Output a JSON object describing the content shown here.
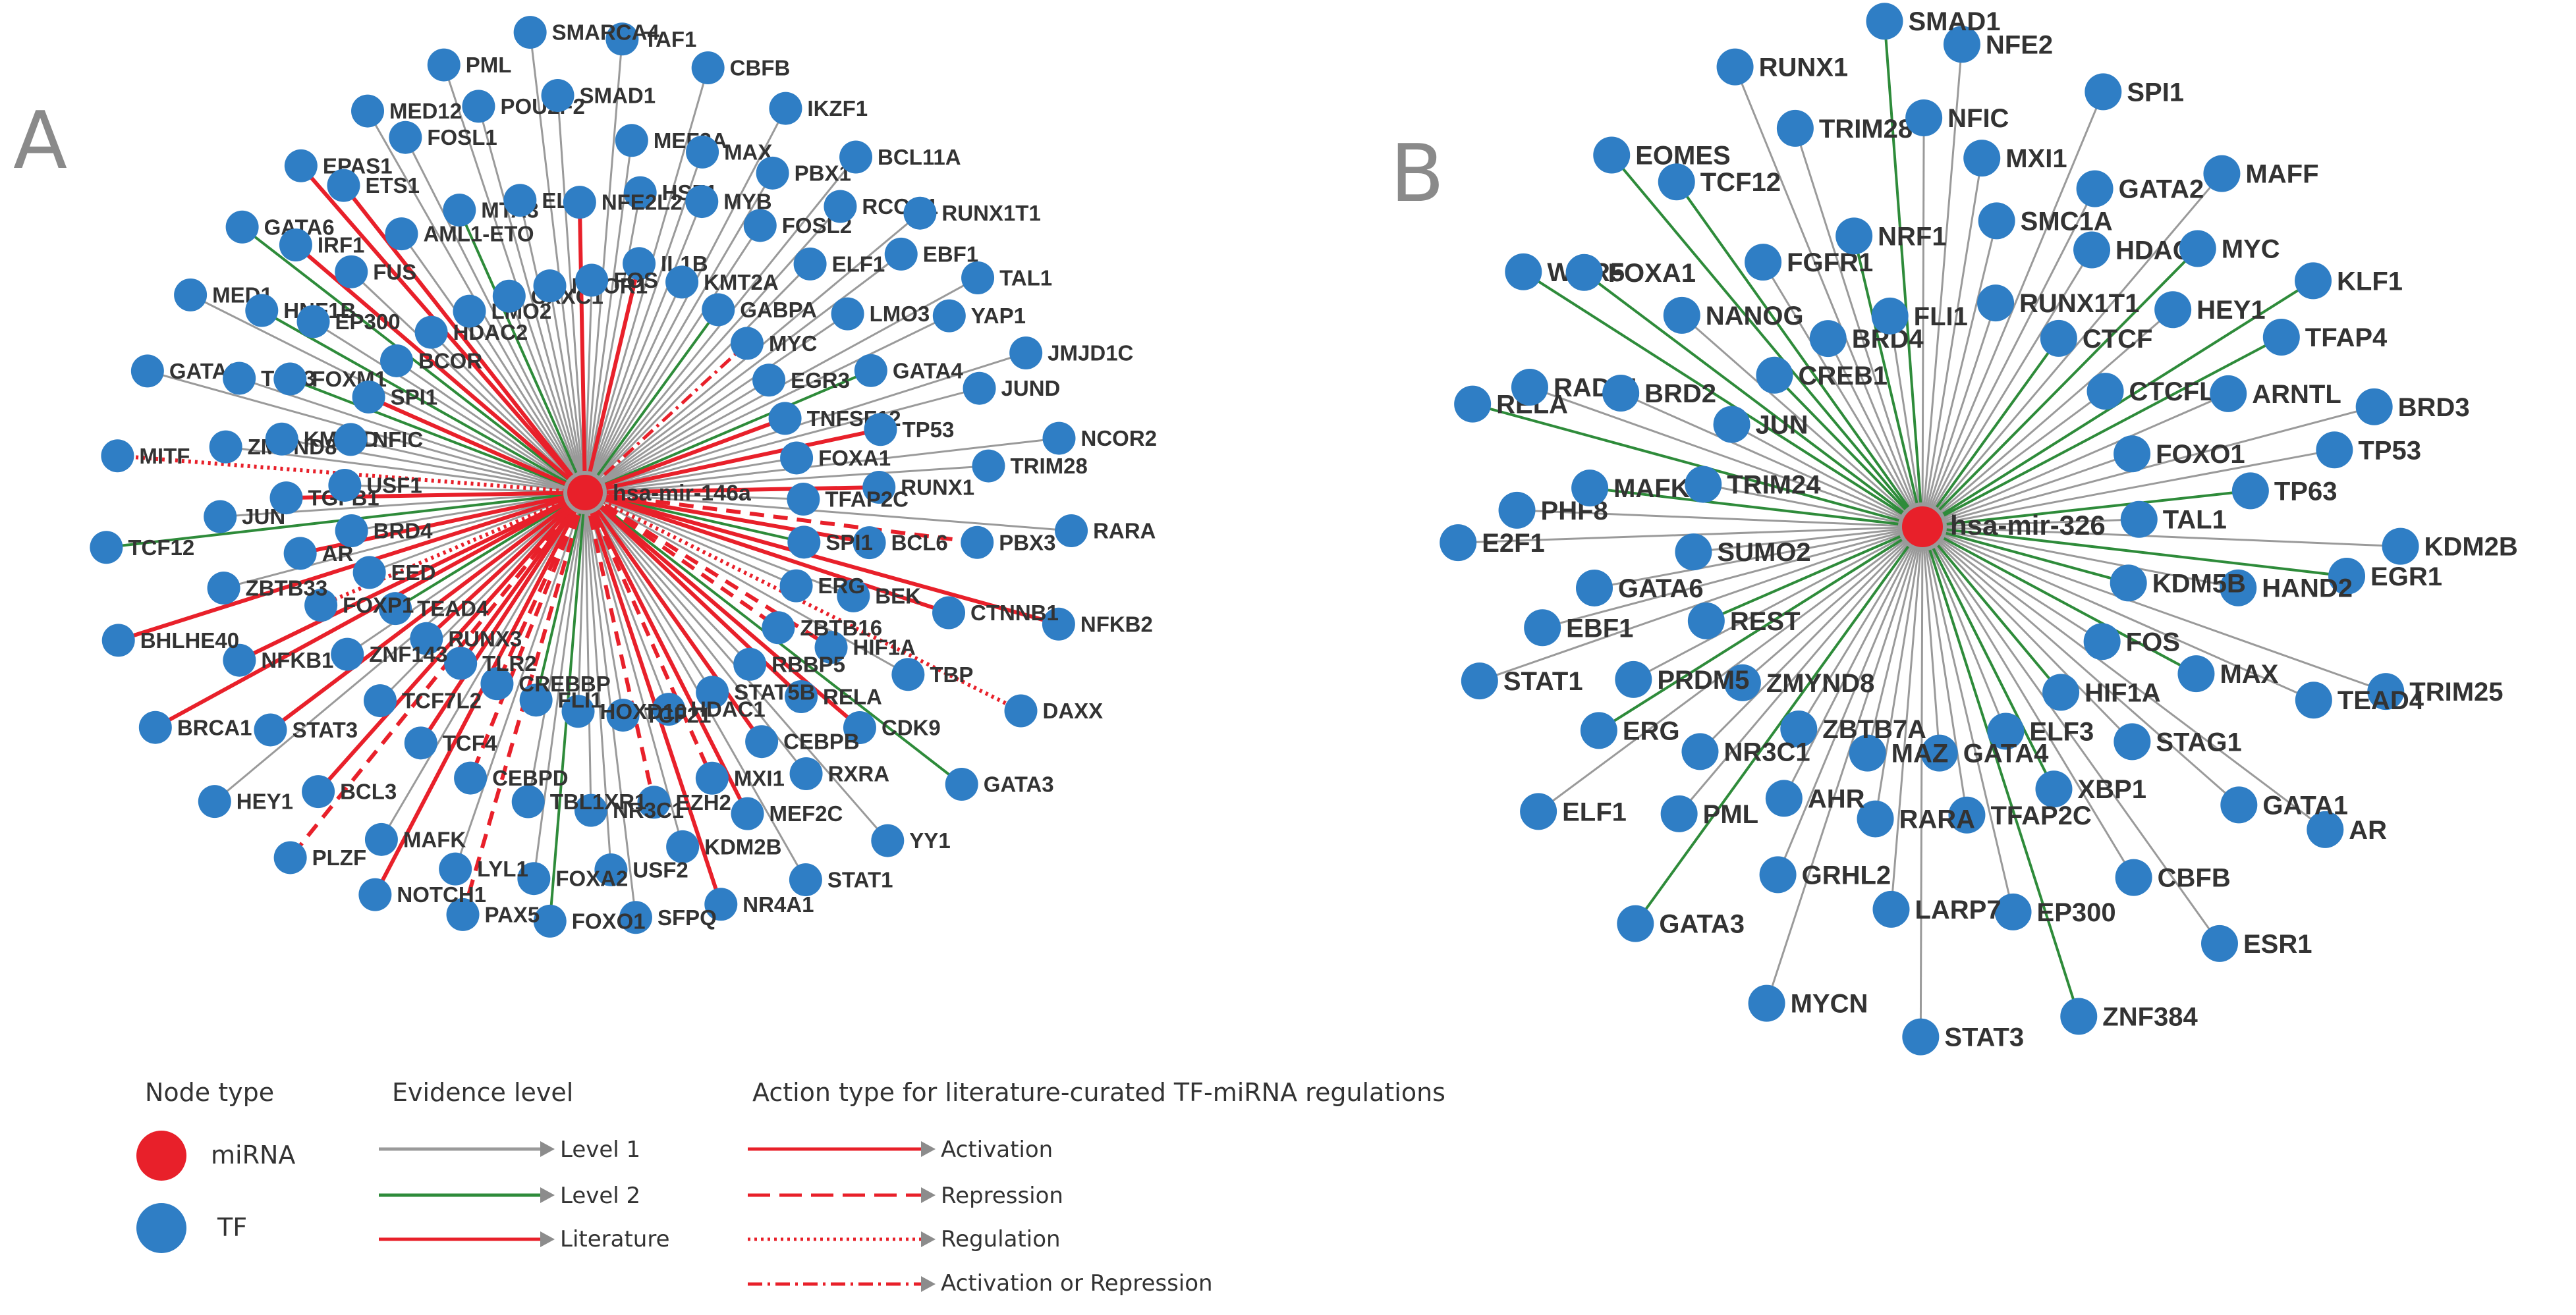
{
  "panels": [
    {
      "letter": "A",
      "center_label": "hsa-mir-146a",
      "nodes": [
        [
          "TAF1",
          "L1"
        ],
        [
          "MEF2A",
          "L1"
        ],
        [
          "HSF1",
          "L1"
        ],
        [
          "IL1B",
          "Lit"
        ],
        [
          "CBFB",
          "L1"
        ],
        [
          "MAX",
          "L1"
        ],
        [
          "MYB",
          "L1"
        ],
        [
          "KMT2A",
          "L1"
        ],
        [
          "IKZF1",
          "L1"
        ],
        [
          "PBX1",
          "L1"
        ],
        [
          "FOSL2",
          "L1"
        ],
        [
          "GABPA",
          "L2"
        ],
        [
          "BCL11A",
          "L1"
        ],
        [
          "RCOR1",
          "L1"
        ],
        [
          "ELF1",
          "L1"
        ],
        [
          "MYC",
          "LitAR"
        ],
        [
          "RUNX1T1",
          "L1"
        ],
        [
          "EBF1",
          "L1"
        ],
        [
          "LMO3",
          "L1"
        ],
        [
          "EGR3",
          "L1"
        ],
        [
          "TAL1",
          "L1"
        ],
        [
          "YAP1",
          "L1"
        ],
        [
          "GATA4",
          "L2"
        ],
        [
          "TNFSF12",
          "Lit"
        ],
        [
          "JMJD1C",
          "L1"
        ],
        [
          "JUND",
          "L1"
        ],
        [
          "TP53",
          "Lit"
        ],
        [
          "FOXA1",
          "L1"
        ],
        [
          "NCOR2",
          "L1"
        ],
        [
          "TRIM28",
          "L1"
        ],
        [
          "RUNX1",
          "Lit"
        ],
        [
          "TFAP2C",
          "L1"
        ],
        [
          "RARA",
          "L1"
        ],
        [
          "PBX3",
          "Rep"
        ],
        [
          "BCL6",
          "Lit"
        ],
        [
          "SPI1",
          "L2"
        ],
        [
          "NFKB2",
          "Lit"
        ],
        [
          "CTNNB1",
          "Lit"
        ],
        [
          "BEK",
          "L1"
        ],
        [
          "ERG",
          "L1"
        ],
        [
          "DAXX",
          "Reg"
        ],
        [
          "TBP",
          "L1"
        ],
        [
          "HIF1A",
          "Rep"
        ],
        [
          "ZBTB16",
          "Rep"
        ],
        [
          "GATA3",
          "L2"
        ],
        [
          "CDK9",
          "Lit"
        ],
        [
          "RELA",
          "Lit"
        ],
        [
          "RBBP5",
          "L1"
        ],
        [
          "YY1",
          "L1"
        ],
        [
          "RXRA",
          "L1"
        ],
        [
          "CEBPB",
          "Lit"
        ],
        [
          "STAT5B",
          "L1"
        ],
        [
          "STAT1",
          "L1"
        ],
        [
          "MEF2C",
          "Lit"
        ],
        [
          "MXI1",
          "Rep"
        ],
        [
          "HDAC1",
          "L1"
        ],
        [
          "NR4A1",
          "Lit"
        ],
        [
          "KDM2B",
          "L1"
        ],
        [
          "EZH2",
          "Rep"
        ],
        [
          "TCF21",
          "L1"
        ],
        [
          "SFPQ",
          "L1"
        ],
        [
          "USF2",
          "L1"
        ],
        [
          "NR3C1",
          "L1"
        ],
        [
          "HOXD10",
          "L1"
        ],
        [
          "FOXO1",
          "L2"
        ],
        [
          "FOXA2",
          "L1"
        ],
        [
          "TBL1XR1",
          "L1"
        ],
        [
          "FLI1",
          "L2"
        ],
        [
          "PAX5",
          "Rep"
        ],
        [
          "LYL1",
          "L1"
        ],
        [
          "CEBPD",
          "Rep"
        ],
        [
          "CREBBP",
          "Rep"
        ],
        [
          "NOTCH1",
          "Lit"
        ],
        [
          "MAFK",
          "L1"
        ],
        [
          "TCF4",
          "Lit"
        ],
        [
          "TLR2",
          "Lit"
        ],
        [
          "PLZF",
          "Rep"
        ],
        [
          "BCL3",
          "Lit"
        ],
        [
          "TCF7L2",
          "L1"
        ],
        [
          "RUNX3",
          "Lit"
        ],
        [
          "HEY1",
          "L1"
        ],
        [
          "STAT3",
          "Lit"
        ],
        [
          "ZNF143",
          "L1"
        ],
        [
          "TEAD4",
          "L2"
        ],
        [
          "BRCA1",
          "Lit"
        ],
        [
          "NFKB1",
          "Lit"
        ],
        [
          "FOXP1",
          "Reg"
        ],
        [
          "EED",
          "L1"
        ],
        [
          "BHLHE40",
          "Lit"
        ],
        [
          "ZBTB33",
          "L1"
        ],
        [
          "AR",
          "Lit"
        ],
        [
          "BRD4",
          "L1"
        ],
        [
          "TCF12",
          "L2"
        ],
        [
          "JUN",
          "L1"
        ],
        [
          "TGFB1",
          "Lit"
        ],
        [
          "USF1",
          "L1"
        ],
        [
          "MITF",
          "Reg"
        ],
        [
          "ZMYND8",
          "L1"
        ],
        [
          "KMT2D",
          "L1"
        ],
        [
          "NFIC",
          "L1"
        ],
        [
          "GATA2",
          "L1"
        ],
        [
          "TCF3",
          "L1"
        ],
        [
          "FOXM1",
          "L2"
        ],
        [
          "SPI1",
          "Lit"
        ],
        [
          "MED1",
          "L1"
        ],
        [
          "HNF1B",
          "L2"
        ],
        [
          "EP300",
          "L1"
        ],
        [
          "BCOR",
          "L1"
        ],
        [
          "GATA6",
          "L2"
        ],
        [
          "IRF1",
          "Lit"
        ],
        [
          "FUS",
          "L1"
        ],
        [
          "HDAC2",
          "L1"
        ],
        [
          "EPAS1",
          "Lit"
        ],
        [
          "ETS1",
          "Lit"
        ],
        [
          "AML1-ETO",
          "L1"
        ],
        [
          "LMO2",
          "L1"
        ],
        [
          "MED12",
          "L1"
        ],
        [
          "FOSL1",
          "L1"
        ],
        [
          "MTA3",
          "L2"
        ],
        [
          "CXXC1",
          "L1"
        ],
        [
          "PML",
          "L1"
        ],
        [
          "POU2F2",
          "L1"
        ],
        [
          "ELF3",
          "L1"
        ],
        [
          "NCOR1",
          "L1"
        ],
        [
          "SMARCA4",
          "L1"
        ],
        [
          "SMAD1",
          "L1"
        ],
        [
          "NFE2L2",
          "Lit"
        ],
        [
          "FOS",
          "L1"
        ]
      ]
    },
    {
      "letter": "B",
      "center_label": "hsa-mir-326",
      "nodes": [
        [
          "NFE2",
          "L1"
        ],
        [
          "MXI1",
          "L1"
        ],
        [
          "SMC1A",
          "L1"
        ],
        [
          "RUNX1T1",
          "L1"
        ],
        [
          "SPI1",
          "L1"
        ],
        [
          "GATA2",
          "L1"
        ],
        [
          "HDAC2",
          "L1"
        ],
        [
          "CTCF",
          "L2"
        ],
        [
          "MAFF",
          "L1"
        ],
        [
          "MYC",
          "L2"
        ],
        [
          "HEY1",
          "L1"
        ],
        [
          "CTCFL",
          "L1"
        ],
        [
          "KLF1",
          "L2"
        ],
        [
          "TFAP4",
          "L2"
        ],
        [
          "ARNTL",
          "L1"
        ],
        [
          "FOXO1",
          "L1"
        ],
        [
          "BRD3",
          "L1"
        ],
        [
          "TP53",
          "L1"
        ],
        [
          "TP63",
          "L2"
        ],
        [
          "TAL1",
          "L1"
        ],
        [
          "KDM2B",
          "L1"
        ],
        [
          "EGR1",
          "L2"
        ],
        [
          "HAND2",
          "L1"
        ],
        [
          "KDM5B",
          "L2"
        ],
        [
          "TRIM25",
          "L1"
        ],
        [
          "TEAD4",
          "L1"
        ],
        [
          "MAX",
          "L2"
        ],
        [
          "FOS",
          "L1"
        ],
        [
          "AR",
          "L1"
        ],
        [
          "GATA1",
          "L1"
        ],
        [
          "STAG1",
          "L1"
        ],
        [
          "HIF1A",
          "L2"
        ],
        [
          "ESR1",
          "L1"
        ],
        [
          "CBFB",
          "L1"
        ],
        [
          "XBP1",
          "L2"
        ],
        [
          "ELF3",
          "L1"
        ],
        [
          "ZNF384",
          "L2"
        ],
        [
          "EP300",
          "L1"
        ],
        [
          "TFAP2C",
          "L1"
        ],
        [
          "GATA4",
          "L1"
        ],
        [
          "STAT3",
          "L1"
        ],
        [
          "LARP7",
          "L1"
        ],
        [
          "RARA",
          "L1"
        ],
        [
          "MAZ",
          "L1"
        ],
        [
          "MYCN",
          "L1"
        ],
        [
          "GRHL2",
          "L1"
        ],
        [
          "AHR",
          "L1"
        ],
        [
          "ZBTB7A",
          "L1"
        ],
        [
          "GATA3",
          "L2"
        ],
        [
          "PML",
          "L1"
        ],
        [
          "NR3C1",
          "L1"
        ],
        [
          "ZMYND8",
          "L1"
        ],
        [
          "ELF1",
          "L1"
        ],
        [
          "ERG",
          "L2"
        ],
        [
          "PRDM5",
          "L1"
        ],
        [
          "REST",
          "L2"
        ],
        [
          "STAT1",
          "L1"
        ],
        [
          "EBF1",
          "L1"
        ],
        [
          "GATA6",
          "L1"
        ],
        [
          "SUMO2",
          "L1"
        ],
        [
          "E2F1",
          "L1"
        ],
        [
          "PHF8",
          "L1"
        ],
        [
          "MAFK",
          "L2"
        ],
        [
          "TRIM24",
          "L1"
        ],
        [
          "RELA",
          "L2"
        ],
        [
          "RAD21",
          "L1"
        ],
        [
          "BRD2",
          "L1"
        ],
        [
          "JUN",
          "L1"
        ],
        [
          "WDR5",
          "L2"
        ],
        [
          "FOXA1",
          "L2"
        ],
        [
          "NANOG",
          "L1"
        ],
        [
          "CREB1",
          "L2"
        ],
        [
          "EOMES",
          "L2"
        ],
        [
          "TCF12",
          "L2"
        ],
        [
          "FGFR1",
          "L1"
        ],
        [
          "BRD4",
          "L1"
        ],
        [
          "RUNX1",
          "L1"
        ],
        [
          "TRIM28",
          "L1"
        ],
        [
          "NRF1",
          "L2"
        ],
        [
          "FLI1",
          "L1"
        ],
        [
          "SMAD1",
          "L2"
        ],
        [
          "NFIC",
          "L1"
        ]
      ]
    }
  ],
  "legend": {
    "node_type_title": "Node type",
    "node_types": [
      {
        "label": "miRNA",
        "color": "#e8202a"
      },
      {
        "label": "TF",
        "color": "#2f7ec5"
      }
    ],
    "evidence_title": "Evidence level",
    "evidence": [
      {
        "label": "Level 1",
        "color": "#9a9a9a"
      },
      {
        "label": "Level 2",
        "color": "#2e8b3a"
      },
      {
        "label": "Literature",
        "color": "#e8202a"
      }
    ],
    "action_title": "Action type for literature-curated TF-miRNA regulations",
    "actions": [
      {
        "label": "Activation",
        "style": "solid"
      },
      {
        "label": "Repression",
        "style": "dashed"
      },
      {
        "label": "Regulation",
        "style": "dotted"
      },
      {
        "label": "Activation or Repression",
        "style": "dashdot"
      }
    ]
  },
  "colors": {
    "tf": "#2f7ec5",
    "mirna": "#e8202a",
    "level1": "#9a9a9a",
    "level2": "#2e8b3a",
    "literature": "#e8202a",
    "arrow_head": "#8c8c8c"
  }
}
